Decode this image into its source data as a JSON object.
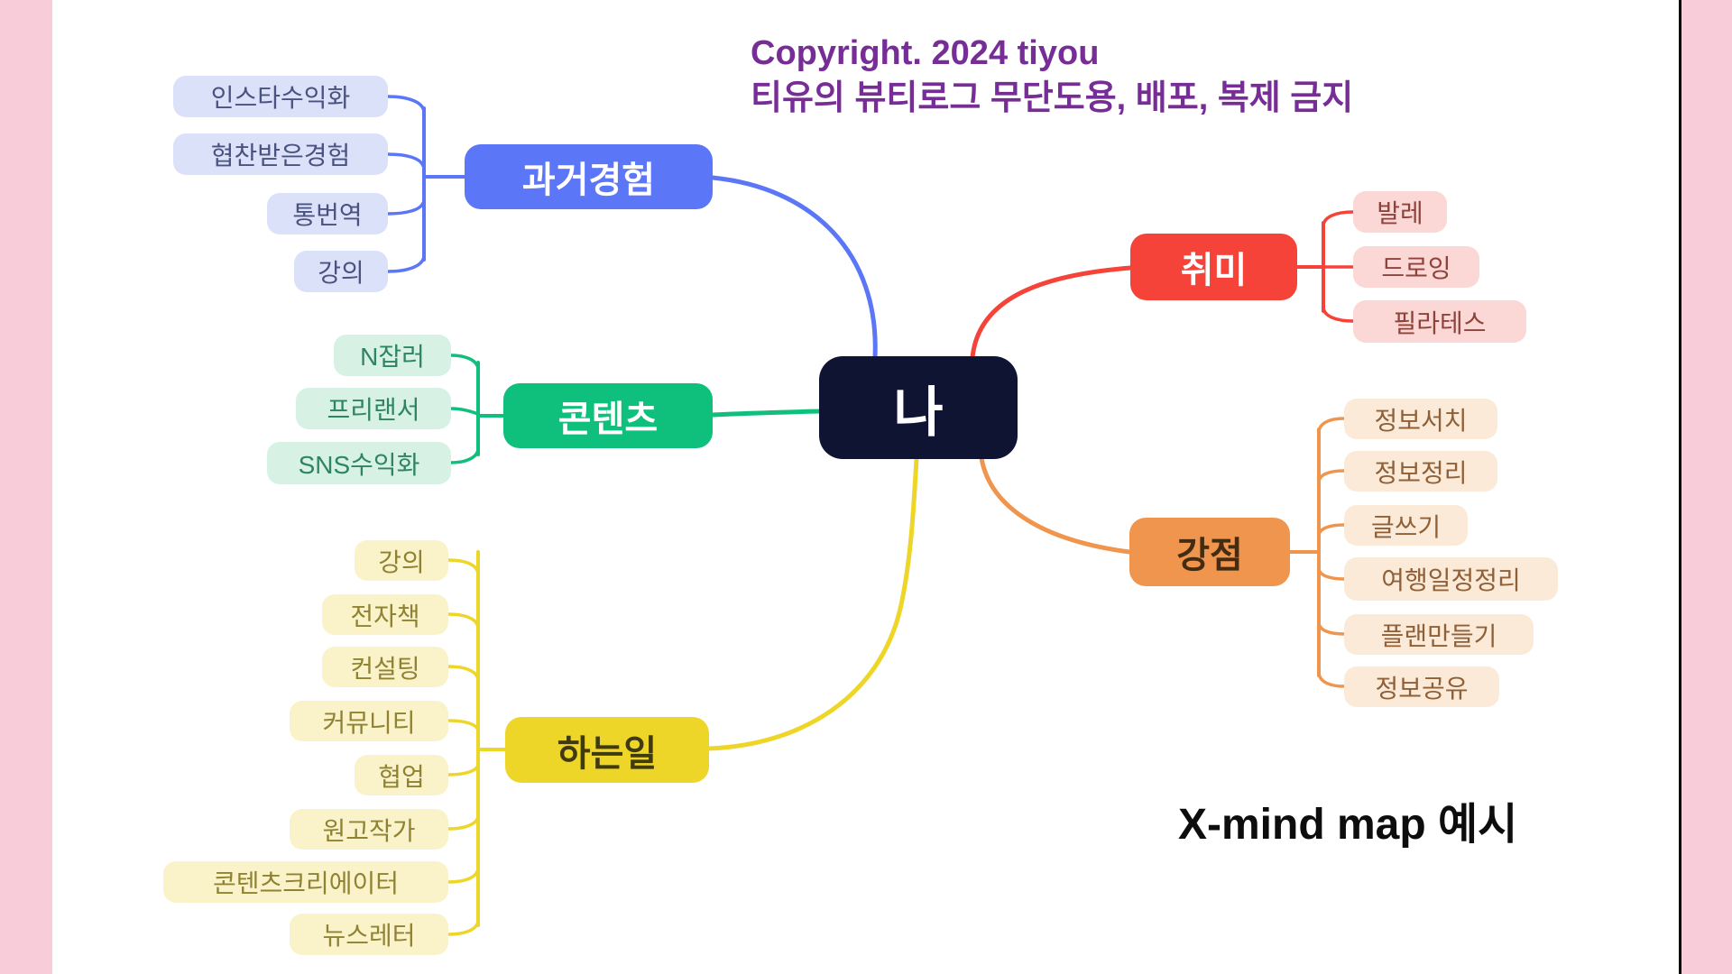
{
  "canvas": {
    "background": "#ffffff",
    "side_strip_color": "#f8cdd9",
    "edge_line_color": "#000000"
  },
  "copyright": {
    "line1": "Copyright. 2024 tiyou",
    "line2": "티유의 뷰티로그 무단도용, 배포, 복제 금지",
    "color": "#772d96"
  },
  "caption": {
    "text": "X-mind map 예시",
    "color": "#0d0d0d"
  },
  "root": {
    "label": "나",
    "bg": "#101433",
    "text_color": "#ffffff"
  },
  "branches": [
    {
      "id": "past-experience",
      "label": "과거경험",
      "color": "#5b76f7",
      "label_color": "#ffffff",
      "child_bg": "#dce1fa",
      "child_text": "#4a5280",
      "children": [
        "인스타수익화",
        "협찬받은경험",
        "통번역",
        "강의"
      ]
    },
    {
      "id": "content",
      "label": "콘텐츠",
      "color": "#0fbf7c",
      "label_color": "#ffffff",
      "child_bg": "#d7f2e4",
      "child_text": "#2f8465",
      "children": [
        "N잡러",
        "프리랜서",
        "SNS수익화"
      ]
    },
    {
      "id": "work",
      "label": "하는일",
      "color": "#eed629",
      "label_color": "#3f3a10",
      "child_bg": "#faf3c9",
      "child_text": "#8f8233",
      "children": [
        "강의",
        "전자책",
        "컨설팅",
        "커뮤니티",
        "협업",
        "원고작가",
        "콘텐츠크리에이터",
        "뉴스레터"
      ]
    },
    {
      "id": "hobby",
      "label": "취미",
      "color": "#f5433a",
      "label_color": "#ffffff",
      "child_bg": "#fbd8d5",
      "child_text": "#8e423c",
      "children": [
        "발레",
        "드로잉",
        "필라테스"
      ]
    },
    {
      "id": "strength",
      "label": "강점",
      "color": "#ef954d",
      "label_color": "#432c12",
      "child_bg": "#fbead7",
      "child_text": "#8f5f38",
      "children": [
        "정보서치",
        "정보정리",
        "글쓰기",
        "여행일정정리",
        "플랜만들기",
        "정보공유"
      ]
    }
  ]
}
